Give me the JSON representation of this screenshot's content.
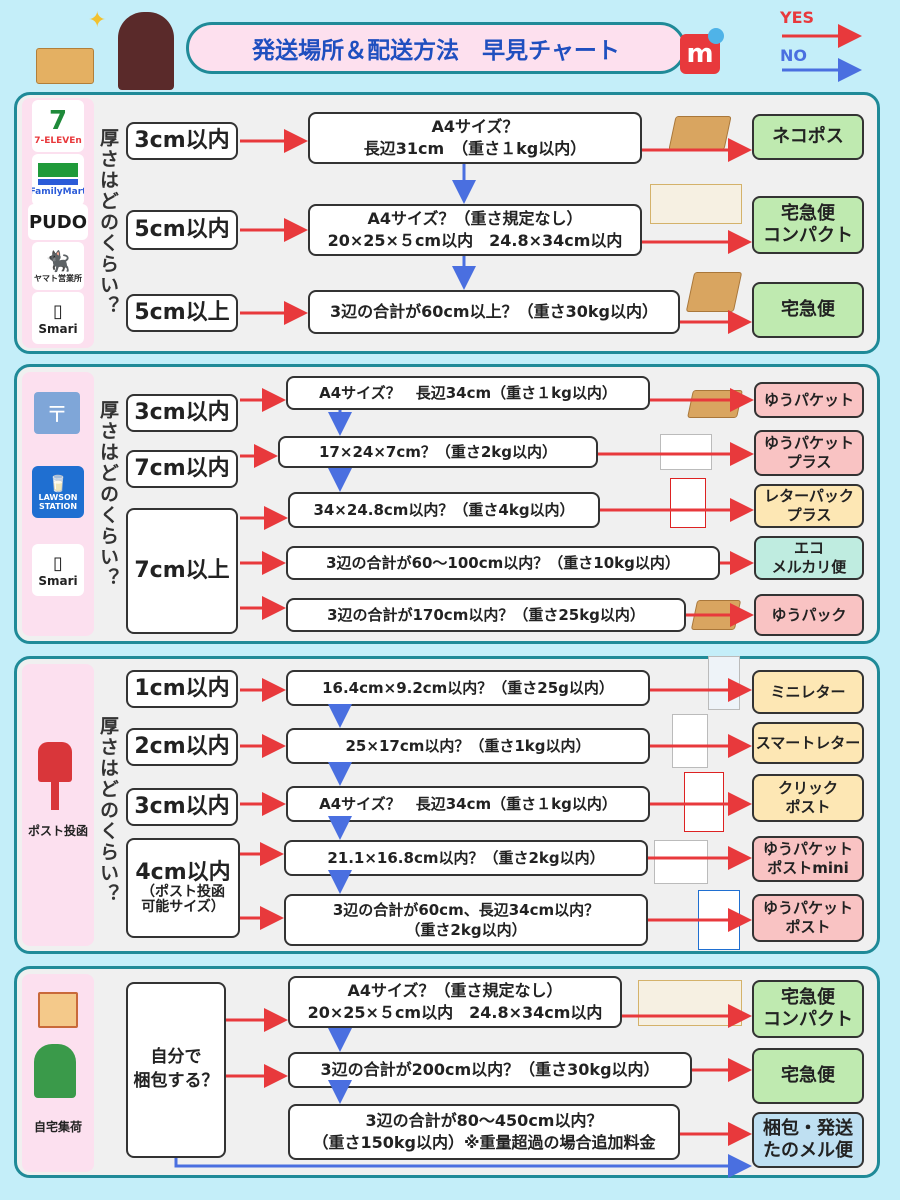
{
  "header": {
    "title": "発送場所＆配送方法　早見チャート",
    "yes": "YES",
    "no": "NO"
  },
  "vertical_label": "厚さはどのくらい？",
  "panel1": {
    "logos": [
      "7-ELEVEn",
      "FamilyMart",
      "PUDO",
      "ヤマト営業所",
      "Smari"
    ],
    "thickness": [
      "3cm以内",
      "5cm以内",
      "5cm以上"
    ],
    "questions": [
      [
        "A4サイズ？",
        "長辺31cm　（重さ１kg以内）"
      ],
      [
        "A4サイズ？（重さ規定なし）",
        "20×25×５cm以内　24.8×34cm以内"
      ],
      [
        "3辺の合計が60cm以上？（重さ30kg以内）"
      ]
    ],
    "results": [
      [
        "ネコポス"
      ],
      [
        "宅急便",
        "コンパクト"
      ],
      [
        "宅急便"
      ]
    ]
  },
  "panel2": {
    "logos": [
      "LAWSON STATION",
      "Smari"
    ],
    "thickness": [
      "3cm以内",
      "7cm以内",
      "7cm以上"
    ],
    "questions": [
      "A4サイズ？　長辺34cm（重さ１kg以内）",
      "17×24×7cm？（重さ2kg以内）",
      "34×24.8cm以内？（重さ4kg以内）",
      "3辺の合計が60〜100cm以内？（重さ10kg以内）",
      "3辺の合計が170cm以内？（重さ25kg以内）"
    ],
    "results": [
      [
        "ゆうパケット"
      ],
      [
        "ゆうパケット",
        "プラス"
      ],
      [
        "レターパック",
        "プラス"
      ],
      [
        "エコ",
        "メルカリ便"
      ],
      [
        "ゆうパック"
      ]
    ]
  },
  "panel3": {
    "place": "ポスト投函",
    "thickness": [
      "1cm以内",
      "2cm以内",
      "3cm以内"
    ],
    "thickness4": [
      "4cm以内",
      "（ポスト投函",
      "可能サイズ）"
    ],
    "questions": [
      [
        "16.4cm×9.2cm以内？（重さ25g以内）"
      ],
      [
        "25×17cm以内？（重さ1kg以内）"
      ],
      [
        "A4サイズ？　長辺34cm（重さ１kg以内）"
      ],
      [
        "21.1×16.8cm以内？（重さ2kg以内）"
      ],
      [
        "3辺の合計が60cm、長辺34cm以内？",
        "（重さ2kg以内）"
      ]
    ],
    "results": [
      [
        "ミニレター"
      ],
      [
        "スマートレター"
      ],
      [
        "クリック",
        "ポスト"
      ],
      [
        "ゆうパケット",
        "ポストmini"
      ],
      [
        "ゆうパケット",
        "ポスト"
      ]
    ]
  },
  "panel4": {
    "place": "自宅集荷",
    "self_pack": [
      "自分で",
      "梱包する？"
    ],
    "questions": [
      [
        "A4サイズ？（重さ規定なし）",
        "20×25×５cm以内　24.8×34cm以内"
      ],
      [
        "3辺の合計が200cm以内？（重さ30kg以内）"
      ],
      [
        "3辺の合計が80〜450cm以内？",
        "（重さ150kg以内）※重量超過の場合追加料金"
      ]
    ],
    "results": [
      [
        "宅急便",
        "コンパクト"
      ],
      [
        "宅急便"
      ],
      [
        "梱包・発送",
        "たのメル便"
      ]
    ]
  },
  "colors": {
    "yes": "#e8393c",
    "no": "#4a6fe0",
    "frame": "#1f8a98",
    "side": "#fce0ef"
  }
}
